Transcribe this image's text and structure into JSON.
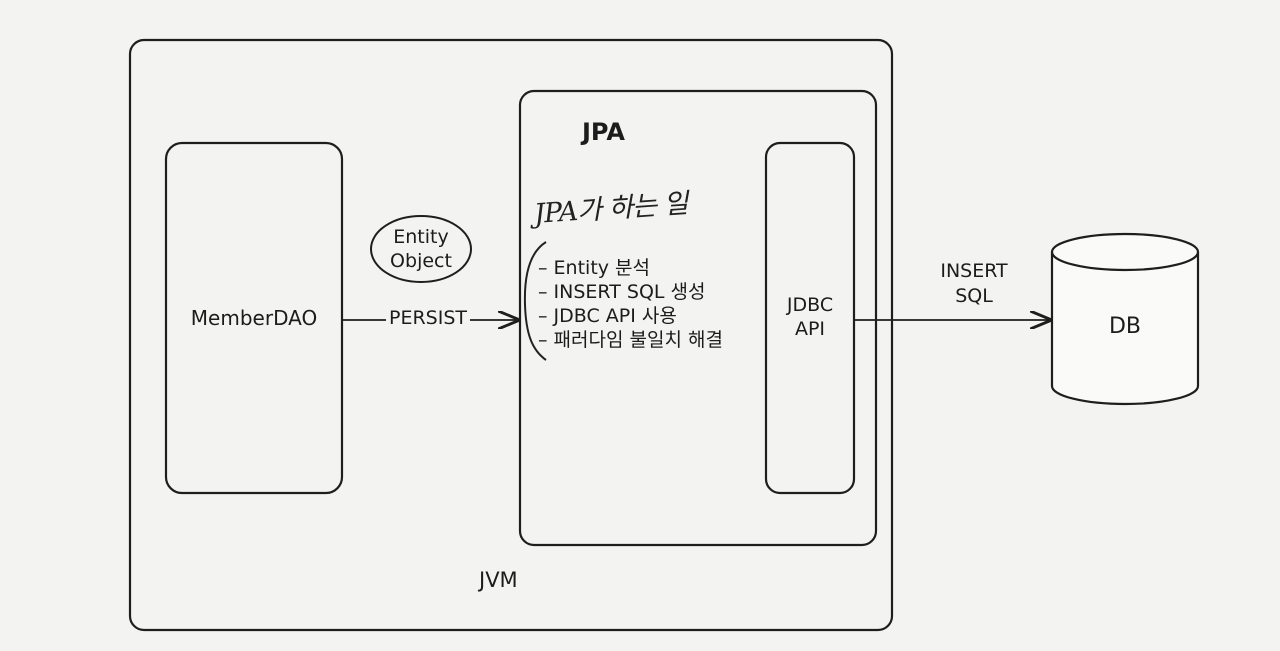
{
  "diagram": {
    "jvm_label": "JVM",
    "member_dao_label": "MemberDAO",
    "entity_object_label": "Entity\nObject",
    "persist_label": "PERSIST",
    "jpa_label": "JPA",
    "handwritten_note": "JPA가 하는 일",
    "jpa_steps": [
      "Entity 분석",
      "INSERT SQL 생성",
      "JDBC API 사용",
      "패러다임 불일치 해결"
    ],
    "jdbc_api_label": "JDBC\nAPI",
    "insert_sql_label": "INSERT\nSQL",
    "db_label": "DB"
  },
  "colors": {
    "background": "#f3f3f1",
    "line": "#1e1e1e"
  }
}
